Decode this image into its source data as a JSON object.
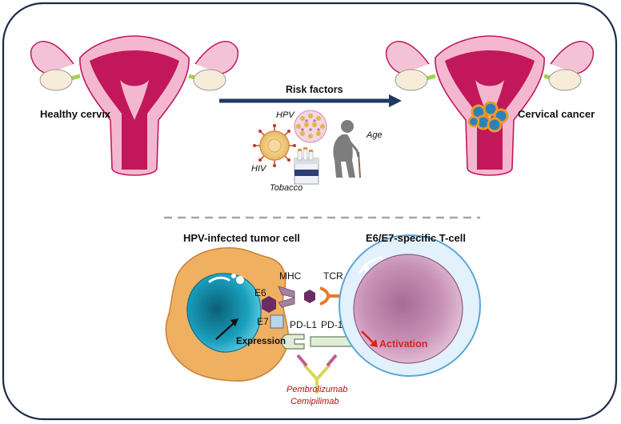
{
  "top": {
    "left_label": "Healthy cervix",
    "right_label": "Cervical cancer",
    "arrow_label": "Risk factors",
    "factors": {
      "hpv": "HPV",
      "hiv": "HIV",
      "age": "Age",
      "tobacco": "Tobacco"
    }
  },
  "bottom": {
    "tumor_title": "HPV-infected tumor cell",
    "tcell_title": "E6/E7-specific T-cell",
    "mhc": "MHC",
    "tcr": "TCR",
    "e6": "E6",
    "e7": "E7",
    "pdl1": "PD-L1",
    "pd1": "PD-1",
    "expression": "Expression",
    "activation": "Activation",
    "drug1": "Pembrolizumab",
    "drug2": "Cemipilimab"
  },
  "colors": {
    "frame": "#1b2a4a",
    "arrow": "#1f3864",
    "uterus_outer": "#f3b8cf",
    "uterus_inner": "#c2185b",
    "tube_green": "#a6cf4c",
    "ovary": "#f6ecd7",
    "tumor_cell": "#f0b061",
    "nucleus": "#1e9bb5",
    "tcell": "#d7a6c6",
    "activation_red": "#e0201b"
  }
}
